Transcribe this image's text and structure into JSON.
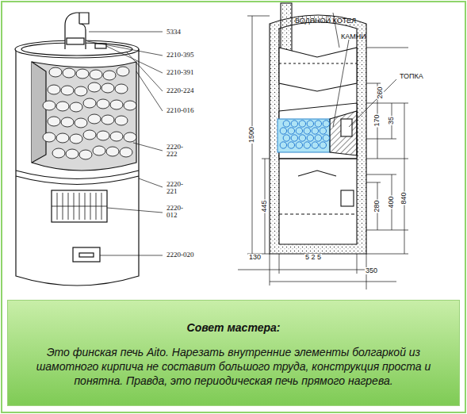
{
  "diagram": {
    "nodes": [
      {
        "text": [
          "Совет мастера:",
          "Это финская печь Aito. Нарезать внутренние элементы болгаркой из шамотного кирпича не составит большого труда, конструкция проста и понятна. Правда, это периодическая печь прямого нагрева."
        ]
      }
    ],
    "labels": [
      "5334",
      "2210-395",
      "2210-391",
      "2220-224",
      "2210-016",
      "2220- 222",
      "2220- 221",
      "2220- 012",
      "2220-020",
      "ВОДЯНОЙ КОТЕЛ",
      "КАМНИ",
      "ТОПКА",
      "260",
      "170",
      "35",
      "1500",
      "445",
      "280",
      "400",
      "840",
      "130",
      "5 2 5",
      "350"
    ]
  }
}
